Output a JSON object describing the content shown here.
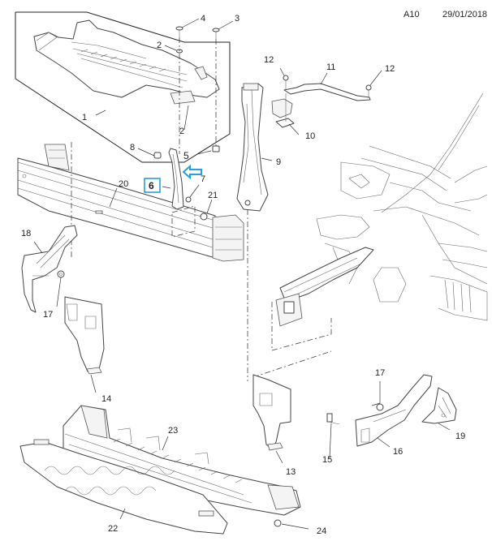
{
  "header": {
    "page_code": "A10",
    "date": "29/01/2018"
  },
  "diagram": {
    "title": "Front bumper reinforcement exploded parts diagram",
    "highlight": {
      "callout": "6",
      "color": "#2a9fd6",
      "arrow": "arrow-left-icon"
    },
    "callouts": [
      {
        "id": "1",
        "part": "upper-tie-bar-assembly"
      },
      {
        "id": "2",
        "part": "clip"
      },
      {
        "id": "2",
        "part": "clip"
      },
      {
        "id": "3",
        "part": "bolt"
      },
      {
        "id": "4",
        "part": "bolt"
      },
      {
        "id": "5",
        "part": "nut"
      },
      {
        "id": "6",
        "part": "bracket"
      },
      {
        "id": "7",
        "part": "screw"
      },
      {
        "id": "8",
        "part": "nut"
      },
      {
        "id": "9",
        "part": "side-support"
      },
      {
        "id": "10",
        "part": "bracket-plate"
      },
      {
        "id": "11",
        "part": "brace"
      },
      {
        "id": "12",
        "part": "bolt"
      },
      {
        "id": "12",
        "part": "bolt"
      },
      {
        "id": "13",
        "part": "deflector-right"
      },
      {
        "id": "14",
        "part": "deflector-left"
      },
      {
        "id": "15",
        "part": "clip"
      },
      {
        "id": "16",
        "part": "bracket-right"
      },
      {
        "id": "17",
        "part": "nut"
      },
      {
        "id": "17",
        "part": "nut"
      },
      {
        "id": "18",
        "part": "bracket-left"
      },
      {
        "id": "19",
        "part": "bracket"
      },
      {
        "id": "20",
        "part": "bumper-reinforcement-bar"
      },
      {
        "id": "21",
        "part": "bolt"
      },
      {
        "id": "22",
        "part": "energy-absorber-lower"
      },
      {
        "id": "23",
        "part": "energy-absorber"
      },
      {
        "id": "24",
        "part": "bolt"
      }
    ]
  }
}
